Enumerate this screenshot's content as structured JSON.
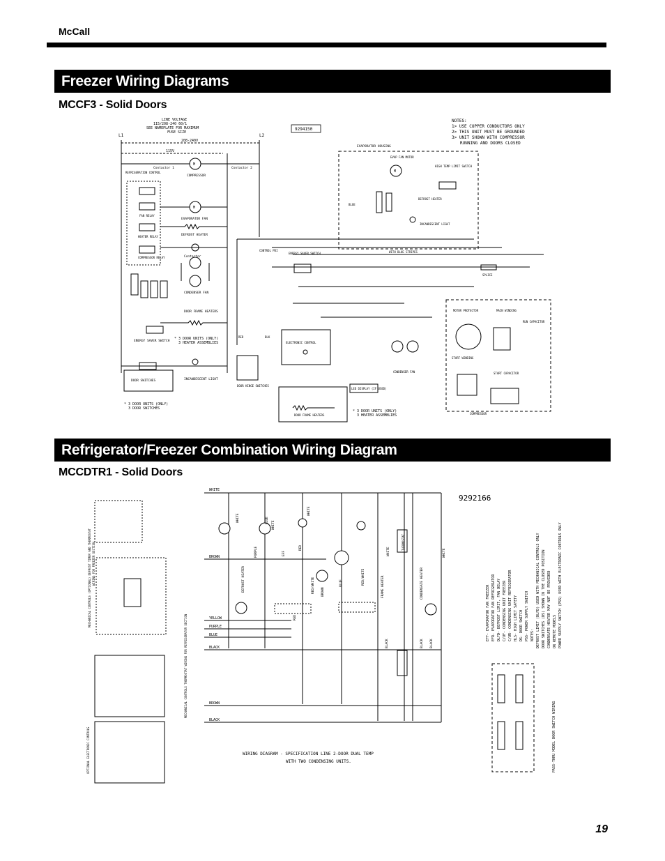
{
  "header": {
    "brand": "McCall"
  },
  "section1": {
    "title": "Freezer Wiring Diagrams",
    "subtitle": "MCCF3 - Solid Doors",
    "diagram": {
      "part_number": "9294150",
      "supply": [
        "LINE VOLTAGE",
        "115/208-240 60/1",
        "SEE NAMEPLATE FOR MAXIMUM",
        "FUSE SIZE"
      ],
      "l1": "L1",
      "l2": "L2",
      "v_high": "208-240V",
      "v_low": "115V",
      "notes": [
        "NOTES:",
        "1> USE COPPER CONDUCTORS ONLY",
        "2> THIS UNIT MUST BE GROUNDED",
        "3> UNIT SHOWN WITH COMPRESSOR",
        "RUNNING AND DOORS CLOSED"
      ],
      "labels": {
        "contactor1": "Contactor 1",
        "contactor2": "Contactor 2",
        "compressor": "COMPRESSOR",
        "refrig_control": "REFRIGERATION CONTROL",
        "evap_fan": "EVAPORATOR FAN",
        "defrost_heater": "DEFROST HEATER",
        "fan_relay": "FAN RELAY",
        "heater_relay": "HEATER RELAY",
        "contactor": "Contactor",
        "compressor_relay": "COMPRESSOR RELAY",
        "condenser_fan": "CONDENSER FAN",
        "door_frame_heaters": "DOOR FRAME HEATERS",
        "energy_saver_switch": "ENERGY SAVER SWITCH",
        "door_switches": "DOOR SWITCHES",
        "incandescent_light": "INCANDESCENT LIGHT",
        "evap_housing": "EVAPORATOR HOUSING",
        "evap_fan_motor": "EVAP FAN MOTOR",
        "high_temp_limit": "HIGH TEMP LIMIT SWITCH",
        "defrost_heater2": "DEFROST HEATER",
        "blue": "BLUE",
        "with_blue_stripes": "WITH BLUE STRIPES",
        "control_pdi": "CONTROL PDI",
        "energy_saver_switch2": "ENERGY SAVER SWITCH",
        "splice": "SPLICE",
        "motor_protector": "MOTOR PROTECTOR",
        "main_winding": "MAIN WINDING",
        "run_capacitor": "RUN CAPACITOR",
        "start_winding": "START WINDING",
        "start_capacitor": "START CAPACITOR",
        "condenser_fan2": "CONDENSER FAN",
        "compressor2": "COMPRESSOR",
        "door_frame_heaters2": "DOOR FRAME HEATERS",
        "led_display": "LED DISPLAY (IF USED)",
        "red": "RED",
        "blk": "BLK",
        "electronic_control": "ELECTRONIC CONTROL",
        "door_hinge_switches": "DOOR HINGE SWITCHES"
      },
      "footnotes": [
        "* 3 DOOR UNITS (ONLY)",
        "3 HEATER ASSEMBLIES",
        "* 3 DOOR UNITS (ONLY)",
        "3 DOOR SWITCHES"
      ]
    }
  },
  "section2": {
    "title": "Refrigerator/Freezer Combination Wiring Diagram",
    "subtitle": "MCCDTR1 - Solid Doors",
    "diagram": {
      "part_number": "9292166",
      "caption": [
        "WIRING DIAGRAM -  SPECIFICATION LINE 2-DOOR DUAL TEMP",
        "WITH TWO CONDENSING UNITS."
      ],
      "wires": [
        "WHITE",
        "BROWN",
        "YELLOW",
        "PURPLE",
        "BLUE",
        "BLACK",
        "BROWN",
        "BLACK"
      ],
      "vertical": [
        "WHITE",
        "BLUE",
        "WHITE",
        "RED",
        "WHITE",
        "PURPLE",
        "EFF",
        "RED",
        "DEFROST HEATER",
        "RED/WHITE",
        "BROWN",
        "BLUE",
        "RED/WHITE",
        "FRAME HEATER",
        "BLACK",
        "WHITE",
        "THERMOSTAT",
        "BLACK",
        "CONDENSATE HEATER",
        "WHITE",
        "BLACK"
      ],
      "legend": [
        "EFF- EVAPORATOR FAN FREEZER",
        "EFR- EVAPORATOR FAN REFRIGERATOR",
        "DLFD- DEFROST LIMIT, FAN DELAY",
        "C/UF- CONDENSING UNIT FREEZER",
        "C/UR- CONDENSING UNIT REFRIGERATOR",
        "HLS- HIGH LIMIT SAFETY",
        "DS- DOOR SWITCH",
        "PSS- POWER SUPPLY SWITCH",
        "NOTES:",
        "DEFROST LIMIT (DLFD) USED WITH MECHANICAL CONTROLS ONLY",
        "DOOR SWITCHES (DS) SHOWN IN THE CLOSED POSITION",
        "CONDENSATE HEATER MAY NOT BE PROVIDED",
        "ON REMOTE MODELS",
        "POWER SUPPLY SWITCH (PSS) USED WITH ELECTRONIC CONTROLS ONLY"
      ],
      "side_labels": [
        "MECHANICAL CONTROLS (OPTIONAL) DEFROST TIMER AND THERMOSTAT",
        "WIRING FOR FREEZER SECTION",
        "OPTIONAL ELECTRONIC CONTROLS",
        "MECHANICAL CONTROLS THERMOSTAT WIRING FOR REFRIGERATOR SECTION",
        "PASS-THRU MODEL DOOR SWITCH WIRING"
      ]
    }
  },
  "footer": {
    "page_number": "19"
  }
}
